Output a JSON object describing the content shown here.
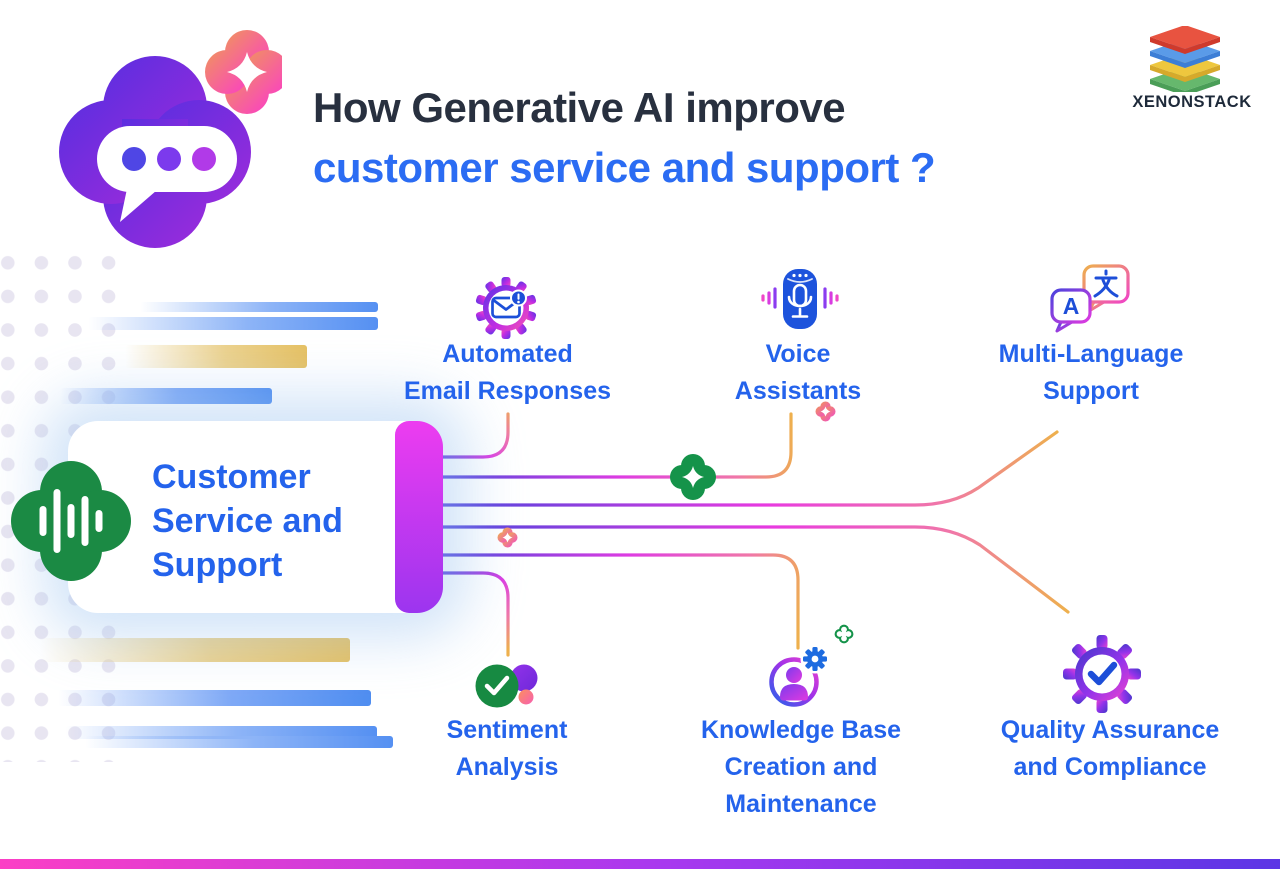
{
  "header": {
    "title_line1": "How Generative AI improve",
    "title_line2": "customer service and support ?",
    "brand": "XENONSTACK"
  },
  "center_node": {
    "lines": [
      "Customer",
      "Service and",
      "Support"
    ],
    "icon": "voice-wave-clover-icon"
  },
  "branches": [
    {
      "id": "automated-email-responses",
      "lines": [
        "Automated",
        "Email Responses"
      ],
      "icon": "gear-email-icon"
    },
    {
      "id": "voice-assistants",
      "lines": [
        "Voice",
        "Assistants"
      ],
      "icon": "smart-speaker-mic-icon"
    },
    {
      "id": "multi-language-support",
      "lines": [
        "Multi-Language",
        "Support"
      ],
      "icon": "translation-bubbles-icon"
    },
    {
      "id": "sentiment-analysis",
      "lines": [
        "Sentiment",
        "Analysis"
      ],
      "icon": "check-circle-dots-icon"
    },
    {
      "id": "knowledge-base-creation-and-maintenance",
      "lines": [
        "Knowledge Base",
        "Creation and",
        "Maintenance"
      ],
      "icon": "person-gear-icon"
    },
    {
      "id": "quality-assurance-and-compliance",
      "lines": [
        "Quality Assurance",
        "and Compliance"
      ],
      "icon": "gear-check-icon"
    }
  ],
  "decorations": {
    "header_logo": "chat-bubble-clover-icon",
    "sparkles": [
      "green-clover-sparkle",
      "pink-sparkle-on-line",
      "pink-sparkle-voice",
      "green-clover-outline"
    ]
  },
  "colors": {
    "title_dark": "#28303f",
    "title_blue": "#2b6cf3",
    "label_blue": "#2463ec",
    "line_indigo": "#4a43dd",
    "line_magenta": "#e03ae0",
    "line_amber": "#eeb04d",
    "green": "#178a42",
    "card_bar_top": "#ed3cf0",
    "card_bar_bottom": "#9c35ef",
    "footer_gradient": [
      "#fb3fc5",
      "#a838ef",
      "#5c35e5"
    ]
  }
}
